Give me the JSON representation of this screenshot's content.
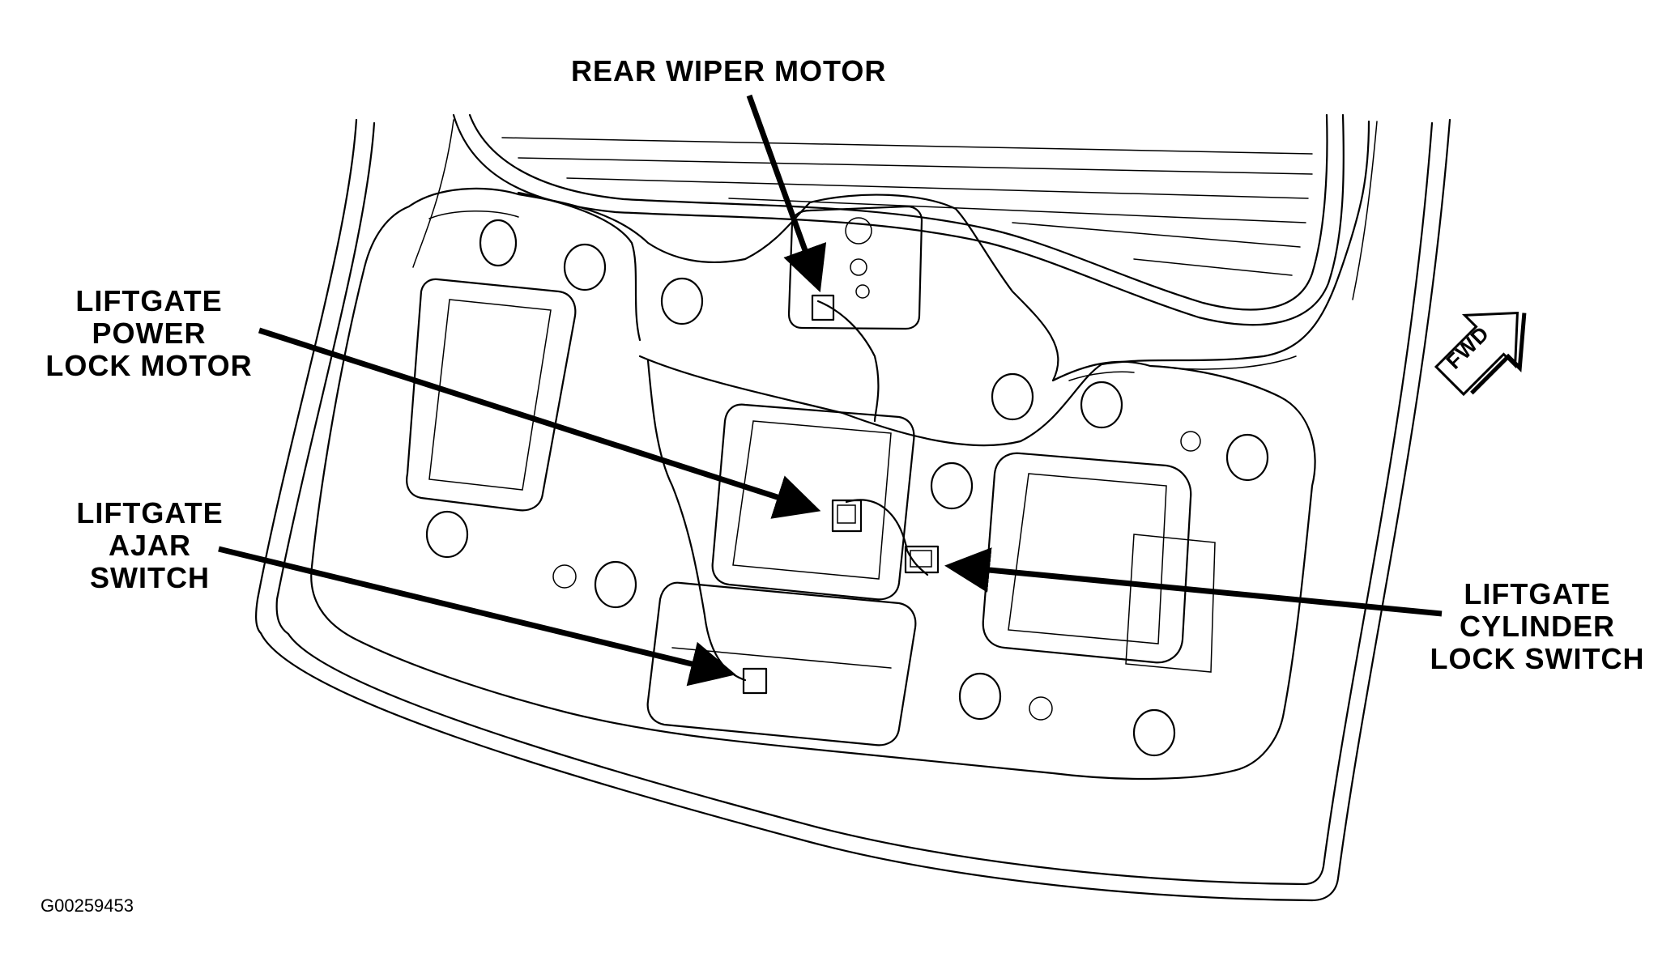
{
  "labels": {
    "rear_wiper_motor": [
      "REAR  WIPER  MOTOR"
    ],
    "power_lock_motor": [
      "LIFTGATE",
      "POWER",
      "LOCK  MOTOR"
    ],
    "ajar_switch": [
      "LIFTGATE",
      "AJAR",
      "SWITCH"
    ],
    "cylinder_lock_switch": [
      "LIFTGATE",
      "CYLINDER",
      "LOCK  SWITCH"
    ],
    "fwd_arrow": "FWD"
  },
  "figure_id": "G00259453"
}
